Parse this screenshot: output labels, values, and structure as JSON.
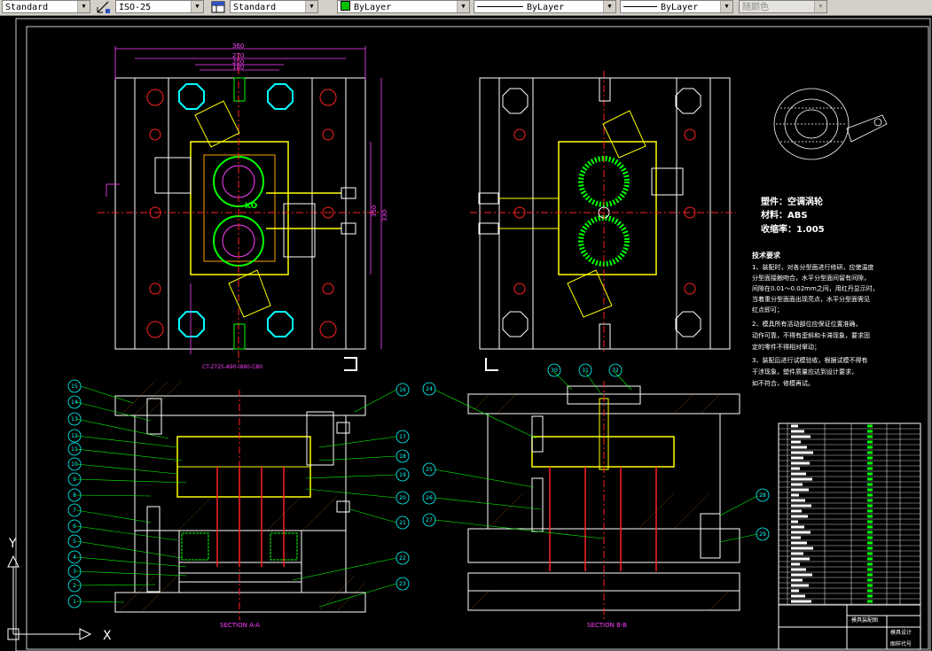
{
  "toolbar": {
    "text_style": "Standard",
    "dim_style": "ISO-25",
    "table_style": "Standard",
    "layer_color": "ByLayer",
    "layer_color_swatch": "#00c000",
    "linetype": "ByLayer",
    "lineweight": "ByLayer",
    "plot_style": "随颜色"
  },
  "drawing": {
    "part_name": "塑件：空调涡轮",
    "material": "材料：ABS",
    "shrinkage": "收缩率：1.005",
    "tech_title": "技术要求",
    "tech_lines": [
      "1、装配时，对各分型面进行修研，应使温度",
      "分型面接触吻合，水平分型面间留有间隙，",
      "间隙在0.01～0.02mm之间，用红丹显示时，",
      "当着重分型面面出现亮点，水平分型面需见",
      "红点即可；",
      "2、模具所有活动部位应保证位置准确，",
      "动作可靠，不得有歪斜和卡滞现象，要求固",
      "定的零件不得相对窜动；",
      "3、装配后进行试模验收，根据试模不得有",
      "干涉现象，塑件质量应达到设计要求，",
      "如不符合，修模再试。"
    ],
    "dims_top": [
      "360",
      "270",
      "200",
      "180"
    ],
    "dims_side": [
      "350",
      "330"
    ],
    "part_code": "CT-2725-A90-I890-C80",
    "marker_ko": "KO",
    "section_aa": "SECTION A-A",
    "section_bb": "SECTION B-B",
    "callouts_left": [
      "15",
      "14",
      "13",
      "12",
      "11",
      "10",
      "9",
      "8",
      "7",
      "6",
      "5",
      "4",
      "3",
      "2",
      "1"
    ],
    "callouts_right_a": [
      "16",
      "17",
      "18",
      "19",
      "20",
      "21",
      "22",
      "23"
    ],
    "callouts_b": [
      "24",
      "25",
      "26",
      "27"
    ],
    "callouts_b_top": [
      "30",
      "31",
      "32"
    ],
    "callouts_b_right": [
      "28",
      "29"
    ],
    "title_block": {
      "drawing_label": "模具装配图",
      "company": "模具设计",
      "code": "图样代号"
    },
    "ucs": {
      "x": "X",
      "y": "Y"
    },
    "colors": {
      "frame": "#ffffff",
      "cyan": "#00ffff",
      "red": "#ff2020",
      "yellow": "#ffff00",
      "green": "#00ff00",
      "magenta": "#ff40ff",
      "orange": "#ffa000"
    }
  }
}
